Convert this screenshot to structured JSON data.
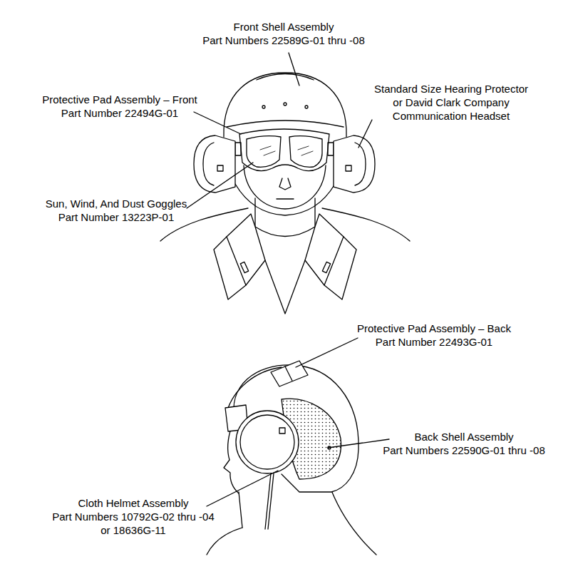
{
  "diagram": {
    "labels": [
      "Front Shell Assembly Part Numbers 22589G-01 thru -08",
      "Protective Pad Assembly – Front Part Number 22494G-01",
      "Standard Size Hearing Protector or David Clark Company Communication Headset",
      "Sun, Wind, And Dust Goggles Part Number 13223P-01",
      "Protective Pad Assembly – Back Part Number 22493G-01",
      "Back Shell Assembly Part Numbers 22590G-01 thru -08",
      "Cloth Helmet Assembly Part Numbers 10792G-02 thru -04 or 18636G-11"
    ]
  }
}
